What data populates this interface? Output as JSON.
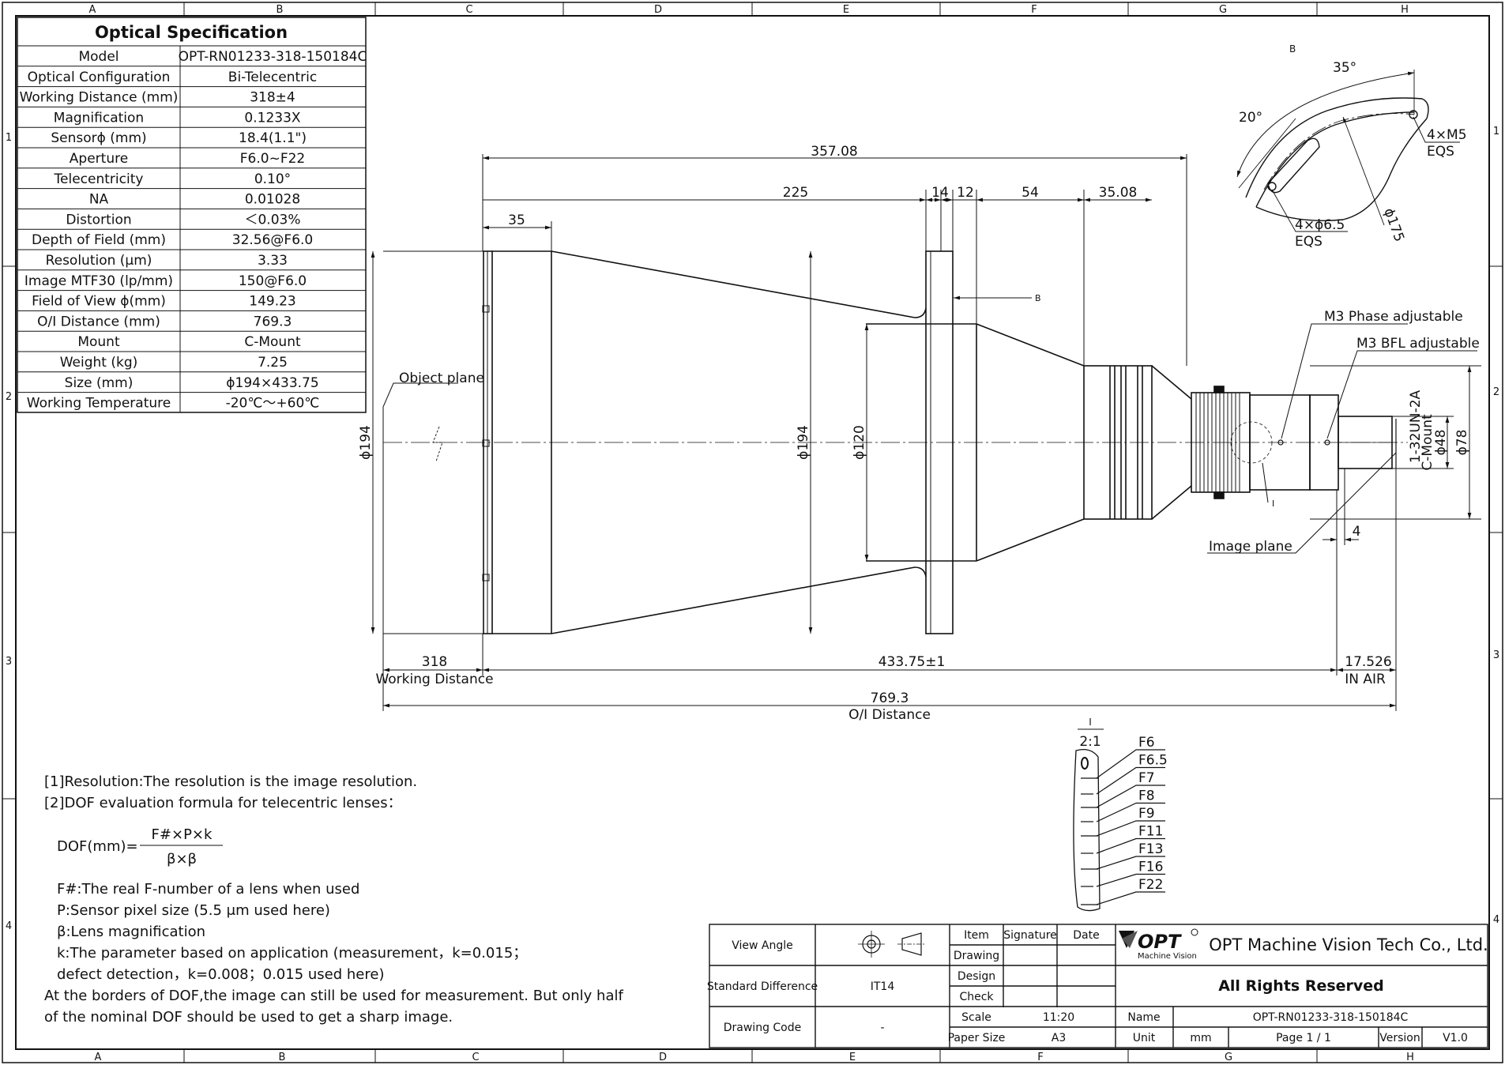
{
  "frame": {
    "columns": [
      "A",
      "B",
      "C",
      "D",
      "E",
      "F",
      "G",
      "H"
    ],
    "rows": [
      "1",
      "2",
      "3",
      "4"
    ]
  },
  "spec": {
    "title": "Optical Specification",
    "rows": [
      {
        "label": "Model",
        "value": "OPT-RN01233-318-150184C"
      },
      {
        "label": "Optical Configuration",
        "value": "Bi-Telecentric"
      },
      {
        "label": "Working Distance (mm)",
        "value": "318±4"
      },
      {
        "label": "Magnification",
        "value": "0.1233X"
      },
      {
        "label": "Sensorϕ (mm)",
        "value": "18.4(1.1\")"
      },
      {
        "label": "Aperture",
        "value": "F6.0~F22"
      },
      {
        "label": "Telecentricity",
        "value": "0.10°"
      },
      {
        "label": "NA",
        "value": "0.01028"
      },
      {
        "label": "Distortion",
        "value": "＜0.03%"
      },
      {
        "label": "Depth of Field (mm)",
        "value": "32.56@F6.0"
      },
      {
        "label": "Resolution (μm)",
        "value": "3.33"
      },
      {
        "label": "Image MTF30 (lp/mm)",
        "value": "150@F6.0"
      },
      {
        "label": "Field of View ϕ(mm)",
        "value": "149.23"
      },
      {
        "label": "O/I Distance (mm)",
        "value": "769.3"
      },
      {
        "label": "Mount",
        "value": "C-Mount"
      },
      {
        "label": "Weight (kg)",
        "value": "7.25"
      },
      {
        "label": "Size (mm)",
        "value": "ϕ194×433.75"
      },
      {
        "label": "Working Temperature",
        "value": "-20℃～+60℃"
      }
    ]
  },
  "dims": {
    "overall": "357.08",
    "d35": "35",
    "d225": "225",
    "d14": "14",
    "d12": "12",
    "d54": "54",
    "d3508": "35.08",
    "d318": "318",
    "working_distance": "Working Distance",
    "d43375": "433.75±1",
    "d17526": "17.526",
    "in_air": "IN AIR",
    "d7693": "769.3",
    "oi_distance": "O/I Distance",
    "d4": "4",
    "phi194_left": "ϕ194",
    "phi194_mid": "ϕ194",
    "phi120": "ϕ120",
    "phi78": "ϕ78",
    "phi48": "ϕ48",
    "cmount": "C-Mount",
    "thread": "1-32UN-2A",
    "object_plane": "Object plane",
    "image_plane": "Image plane",
    "m3_phase": "M3 Phase adjustable",
    "m3_bfl": "M3 BFL adjustable",
    "b_marker": "B",
    "i_marker": "I"
  },
  "view_b": {
    "label": "B",
    "angle35": "35°",
    "angle20": "20°",
    "m5": "4×M5",
    "eqs1": "EQS",
    "phi65": "4×ϕ6.5",
    "eqs2": "EQS",
    "phi175": "ϕ175"
  },
  "detail": {
    "marker": "I",
    "scale": "2:1",
    "stops": [
      "F6",
      "F6.5",
      "F7",
      "F8",
      "F9",
      "F11",
      "F13",
      "F16",
      "F22"
    ]
  },
  "notes": {
    "n1": "[1]Resolution:The resolution is  the image resolution.",
    "n2": "[2]DOF evaluation formula for telecentric lenses：",
    "formula_lhs": "DOF(mm)=",
    "formula_num": "F#×P×k",
    "formula_den": "β×β",
    "f": "F#:The real F-number of a lens when used",
    "p": "P:Sensor pixel size (5.5 μm used here)",
    "b": "β:Lens magnification",
    "k1": "k:The parameter based on application (measurement，k=0.015；",
    "k2": "defect detection，k=0.008；0.015 used here)",
    "a1": "At the borders of DOF,the image can still be used for measurement. But only half",
    "a2": "of the nominal DOF should be used to get a sharp image."
  },
  "title_block": {
    "view_angle": "View Angle",
    "standard_difference": "Standard Difference",
    "std_value": "IT14",
    "drawing_code": "Drawing Code",
    "code_value": "-",
    "item": "Item",
    "signature": "Signature",
    "date": "Date",
    "drawing": "Drawing",
    "design": "Design",
    "check": "Check",
    "scale": "Scale",
    "scale_value": "11:20",
    "paper_size": "Paper Size",
    "paper_value": "A3",
    "logo": "OPT",
    "logo_sub": "Machine Vision",
    "company": "OPT Machine Vision Tech Co., Ltd.",
    "rights": "All Rights Reserved",
    "name": "Name",
    "name_value": "OPT-RN01233-318-150184C",
    "unit": "Unit",
    "unit_value": "mm",
    "page": "Page  1 / 1",
    "version": "Version",
    "version_value": "V1.0"
  }
}
